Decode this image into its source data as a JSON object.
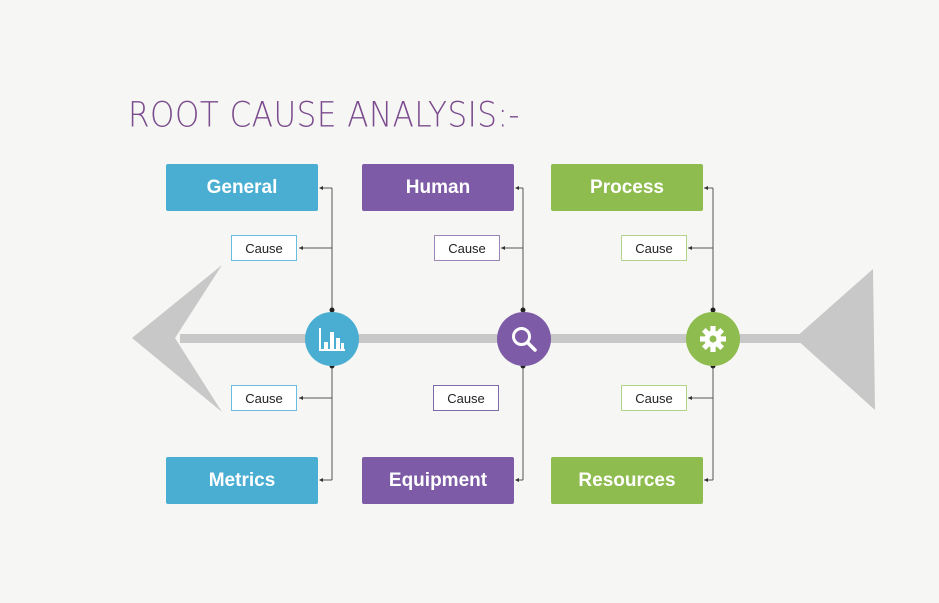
{
  "title": "ROOT CAUSE ANALYSIS:-",
  "colors": {
    "blue": "#4aaed2",
    "purple": "#7d5ba6",
    "green": "#8fbc4f",
    "spine": "#c8c8c8"
  },
  "categories": {
    "general": "General",
    "human": "Human",
    "process": "Process",
    "metrics": "Metrics",
    "equipment": "Equipment",
    "resources": "Resources"
  },
  "causes": {
    "general": "Cause",
    "human": "Cause",
    "process": "Cause",
    "metrics": "Cause",
    "equipment": "Cause",
    "resources": "Cause"
  },
  "icons": {
    "blue": "bar-chart-icon",
    "purple": "magnifier-icon",
    "green": "gear-icon"
  }
}
